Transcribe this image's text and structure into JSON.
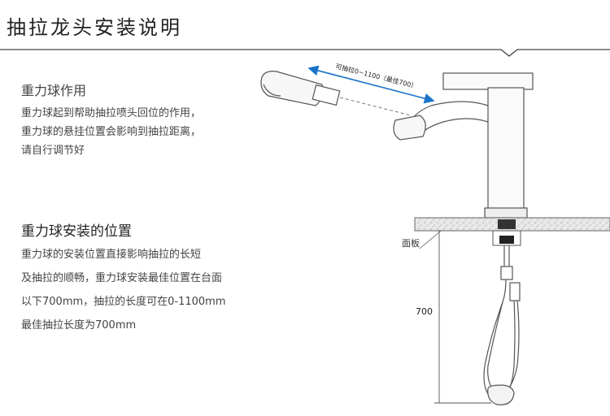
{
  "header": {
    "title": "抽拉龙头安装说明"
  },
  "section1": {
    "heading": "重力球作用",
    "lines": [
      "重力球起到帮助抽拉喷头回位的作用，",
      "重力球的悬挂位置会影响到抽拉距离，",
      "请自行调节好"
    ]
  },
  "section2": {
    "heading": "重力球安装的位置",
    "lines": [
      "重力球的安装位置直接影响抽拉的长短",
      "及抽拉的顺畅，重力球安装最佳位置在台面",
      "以下700mm，抽拉的长度可在0-1100mm",
      "最佳抽拉长度为700mm"
    ]
  },
  "diagram": {
    "pull_label": "可抽拉0~1100（最佳700）",
    "panel_label": "面板",
    "dimension_label": "700",
    "colors": {
      "arrow": "#1a73c8",
      "line": "#555555",
      "countertop": "#e6e6e6"
    }
  }
}
